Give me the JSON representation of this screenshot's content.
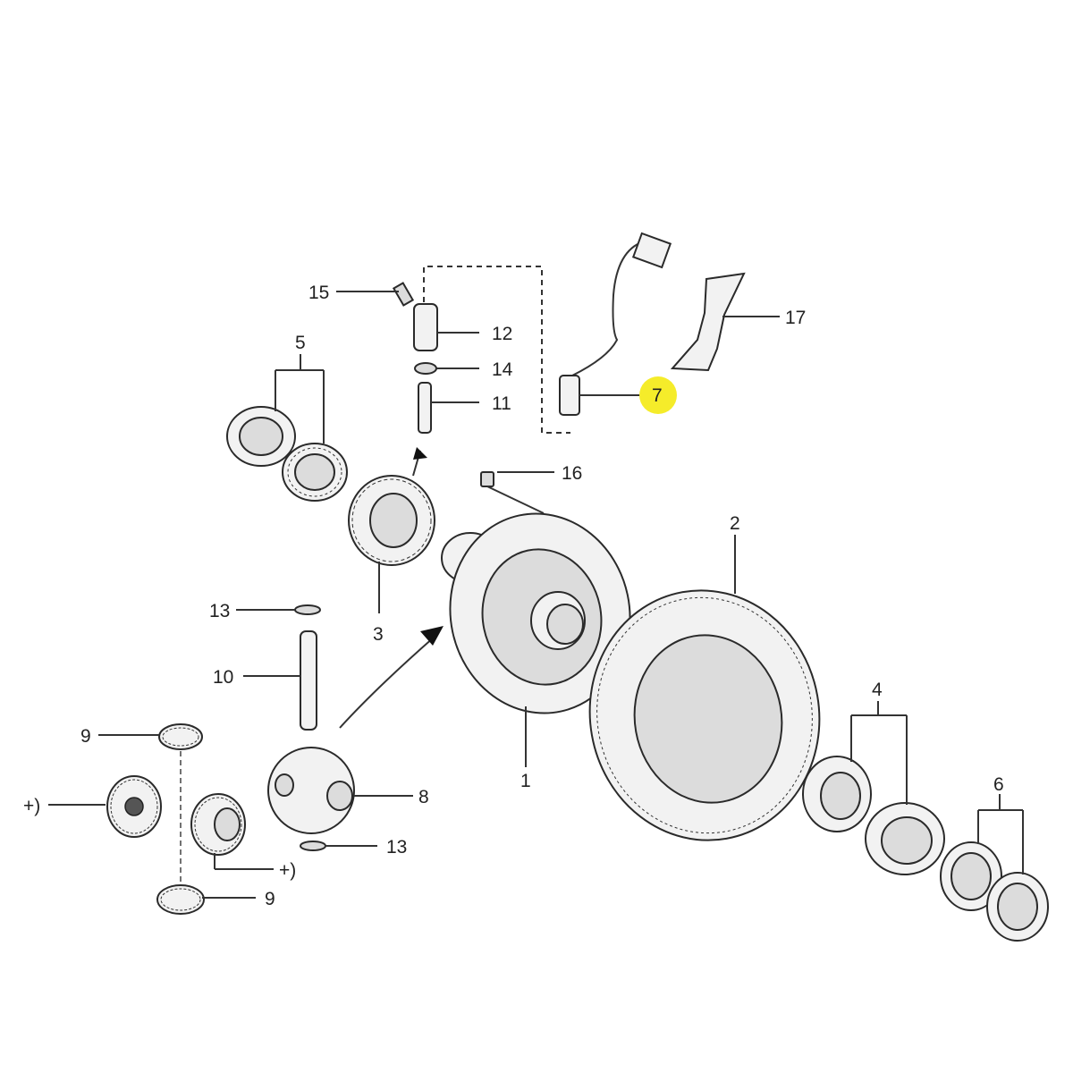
{
  "callouts": {
    "c1": "1",
    "c2": "2",
    "c3": "3",
    "c4": "4",
    "c5": "5",
    "c6": "6",
    "c7": "7",
    "c8": "8",
    "c9a": "9",
    "c9b": "9",
    "c10": "10",
    "c11": "11",
    "c12": "12",
    "c13a": "13",
    "c13b": "13",
    "c14": "14",
    "c15": "15",
    "c16": "16",
    "c17": "17",
    "plusA": "+)",
    "plusB": "+)"
  },
  "colors": {
    "highlight": "#f5ec2a",
    "line": "#333333",
    "part_fill": "#f2f2f2"
  }
}
